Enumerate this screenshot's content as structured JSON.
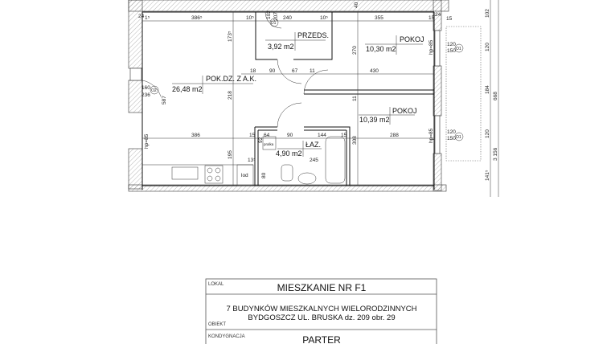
{
  "rooms": [
    {
      "name": "POK.DZ. Z A.K.",
      "area": "26,48 m2"
    },
    {
      "name": "PRZEDS.",
      "area": "3,92 m2"
    },
    {
      "name": "POKOJ",
      "area": "10,30 m2"
    },
    {
      "name": "POKOJ",
      "area": "10,39 m2"
    },
    {
      "name": "ŁAZ.",
      "area": "4,90 m2"
    }
  ],
  "dimensions": {
    "top": [
      "24",
      "1⁵",
      "386⁵",
      "10⁵",
      "102",
      "207",
      "240",
      "10⁵",
      "355",
      "15",
      "40",
      "24",
      "15"
    ],
    "mid": [
      "18",
      "90",
      "67",
      "11",
      "430",
      "173⁵",
      "218",
      "270",
      "11"
    ],
    "lower": [
      "386",
      "15",
      "64",
      "90",
      "144",
      "15",
      "288",
      "195",
      "308",
      "245",
      "13⁵",
      "80",
      "92"
    ],
    "left": [
      "160",
      "236",
      "587",
      "hp=85"
    ],
    "right": [
      "120",
      "150",
      "hp=85",
      "120",
      "150",
      "hp=85",
      "102",
      "120",
      "184",
      "668",
      "120",
      "3 156",
      "141⁵"
    ]
  },
  "markers": {
    "door": "D1",
    "window_left": "O2",
    "window_right_1": "O1",
    "window_right_2": "O1"
  },
  "fixtures": {
    "fridge": "lod",
    "washer": "pralka"
  },
  "title_block": {
    "lokal_label": "LOKAL",
    "lokal_value": "MIESZKANIE NR F1",
    "obiekt_label": "OBIEKT",
    "obiekt_line1": "7 BUDYNKÓW MIESZKALNYCH WIELORODZINNYCH",
    "obiekt_line2": "BYDGOSZCZ UL. BRUSKA dz. 209 obr. 29",
    "kondygnacja_label": "KONDYGNACJA",
    "kondygnacja_value": "PARTER"
  }
}
